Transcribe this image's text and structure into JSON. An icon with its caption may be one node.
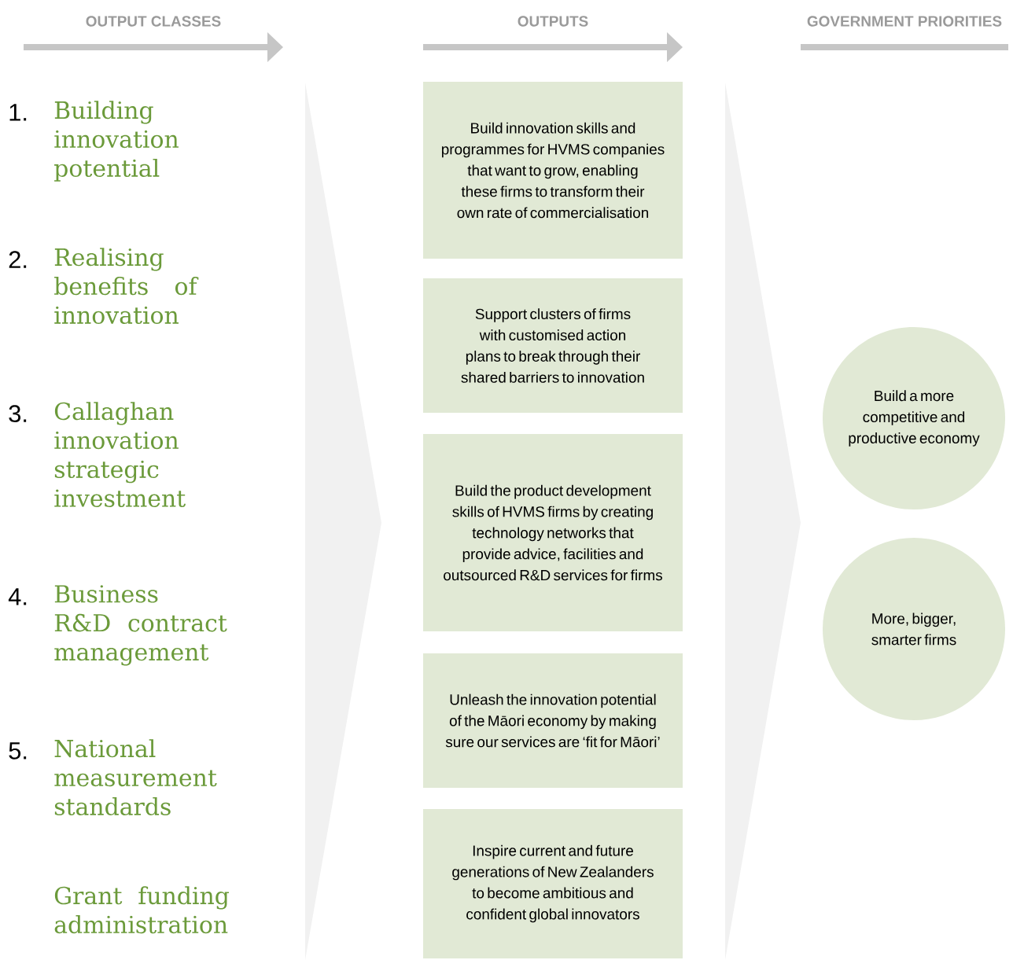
{
  "diagram": {
    "nodes": [
      {
        "text": [
          "Build innovation skills and programmes for HVMS companies that want to grow, enabling these firms to transform their own rate of commercialisation"
        ]
      },
      {
        "text": [
          "Support clusters of firms with customised action plans to break through their shared barriers to innovation"
        ]
      },
      {
        "text": [
          "Build the product development skills of HVMS firms by creating technology networks that provide advice, facilities and outsourced R&D services for firms"
        ]
      },
      {
        "text": [
          "Unleash the innovation potential of the Māori economy by making sure our services are ‘fit for Māori’"
        ]
      },
      {
        "text": [
          "Inspire current and future generations of New Zealanders to become ambitious and confident global innovators"
        ]
      },
      {
        "text": [
          "Build a more competitive and productive economy"
        ]
      },
      {
        "text": [
          "More, bigger, smarter firms"
        ]
      }
    ],
    "labels": [
      "OUTPUT CLASSES",
      "OUTPUTS",
      "GOVERNMENT PRIORITIES",
      "1.",
      "Building innovation potential",
      "2.",
      "Realising benefits of innovation",
      "3.",
      "Callaghan innovation strategic investment",
      "4.",
      "Business R&D contract management",
      "5.",
      "National measurement standards",
      "Grant funding administration"
    ]
  }
}
